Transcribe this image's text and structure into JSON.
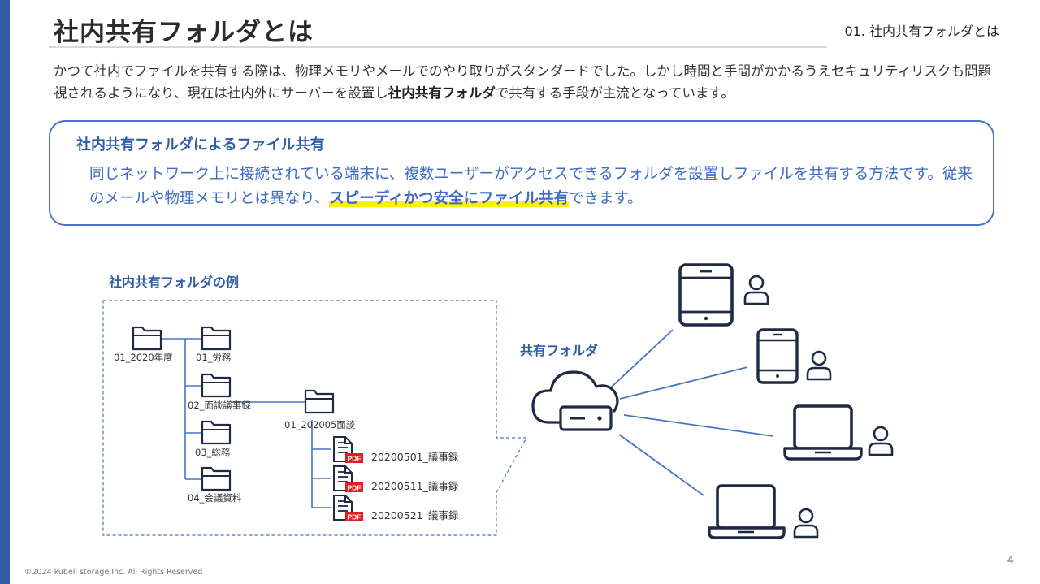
{
  "header": {
    "title": "社内共有フォルダとは",
    "section": "01. 社内共有フォルダとは"
  },
  "intro": {
    "text_before": "かつて社内でファイルを共有する際は、物理メモリやメールでのやり取りがスタンダードでした。しかし時間と手間がかかるうえセキュリティリスクも問題視されるようになり、現在は社内外にサーバーを設置し",
    "bold": "社内共有フォルダ",
    "text_after": "で共有する手段が主流となっています。"
  },
  "callout": {
    "heading": "社内共有フォルダによるファイル共有",
    "body_before": "同じネットワーク上に接続されている端末に、複数ユーザーがアクセスできるフォルダを設置しファイルを共有する方法です。従来のメールや物理メモリとは異なり、",
    "highlight": "スピーディかつ安全にファイル共有",
    "body_after": "できます。",
    "highlight_color": "#fff200"
  },
  "example": {
    "title": "社内共有フォルダの例",
    "root_folder": "01_2020年度",
    "folders": [
      "01_労務",
      "02_面談議事録",
      "03_総務",
      "04_会議資料"
    ],
    "subfolder": "01_202005面談",
    "files": [
      "20200501_議事録",
      "20200511_議事録",
      "20200521_議事録"
    ],
    "file_badge": "PDF",
    "folder_icon": "folder-icon",
    "file_icon": "pdf-file-icon"
  },
  "network": {
    "label": "共有フォルダ",
    "hub_icon": "cloud-server-icon",
    "devices": [
      "tablet-icon",
      "smartphone-icon",
      "laptop-icon",
      "laptop-icon"
    ],
    "user_icon": "user-icon"
  },
  "footer": {
    "copyright": "©2024 kubell storage Inc. All Rights Reserved",
    "page_number": "4"
  },
  "colors": {
    "accent": "#2f5ea6",
    "line": "#4673c4",
    "icon": "#1f2a44",
    "pdf_badge": "#e02020"
  }
}
